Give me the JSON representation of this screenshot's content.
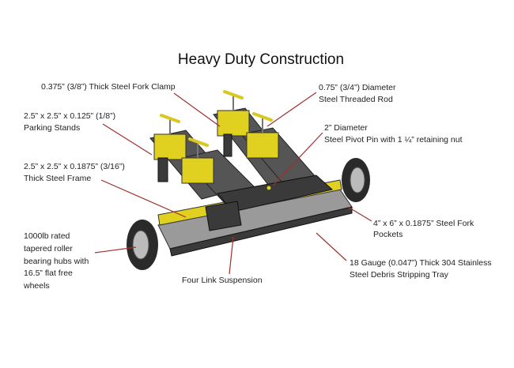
{
  "title": "Heavy Duty Construction",
  "labels": {
    "fork_clamp": "0.375” (3/8”) Thick Steel Fork Clamp",
    "parking_stands": [
      "2.5” x 2.5” x 0.125” (1/8”)",
      "Parking Stands"
    ],
    "frame": [
      "2.5” x 2.5” x 0.1875” (3/16”)",
      "Thick Steel Frame"
    ],
    "threaded_rod": [
      "0.75” (3/4”) Diameter",
      "Steel Threaded Rod"
    ],
    "pivot_pin": [
      "2” Diameter",
      "Steel Pivot Pin with 1 ¼” retaining nut"
    ],
    "fork_pockets": [
      "4” x 6” x 0.1875” Steel Fork",
      "Pockets"
    ],
    "tray": [
      "18 Gauge (0.047”) Thick 304 Stainless",
      "Steel Debris Stripping Tray"
    ],
    "hubs": [
      "1000lb rated",
      "tapered roller",
      "bearing hubs with",
      "16.5” flat free",
      "wheels"
    ],
    "suspension": "Four Link Suspension"
  },
  "colors": {
    "callout": "#a0302f",
    "frame_yellow": "#e0d020",
    "steel": "#555555"
  }
}
